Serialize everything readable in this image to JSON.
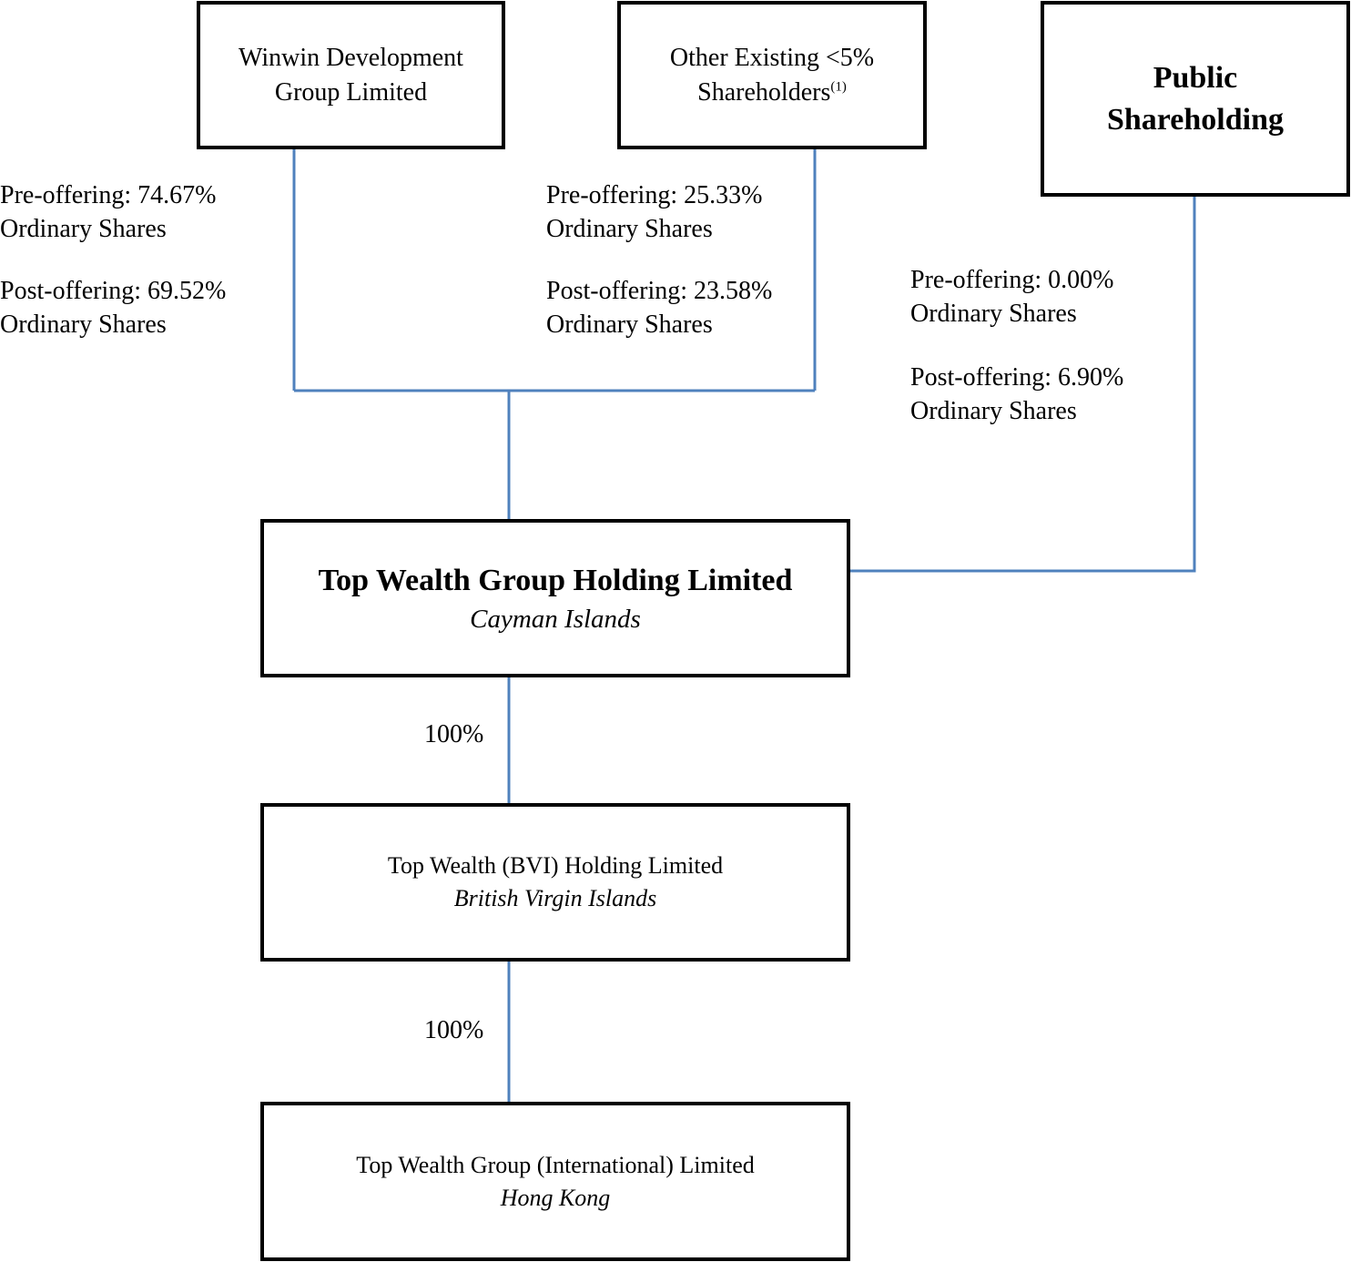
{
  "shareholders": {
    "winwin": {
      "name_line1": "Winwin Development",
      "name_line2": "Group Limited"
    },
    "other": {
      "name_line1": "Other Existing <5%",
      "name_line2": "Shareholders",
      "footnote": "(1)"
    },
    "public": {
      "name_line1": "Public",
      "name_line2": "Shareholding"
    }
  },
  "holdings": {
    "winwin": {
      "pre": "Pre-offering: 74.67%",
      "pre_unit": "Ordinary Shares",
      "post": "Post-offering: 69.52%",
      "post_unit": "Ordinary Shares"
    },
    "other": {
      "pre": "Pre-offering: 25.33%",
      "pre_unit": "Ordinary Shares",
      "post": "Post-offering: 23.58%",
      "post_unit": "Ordinary Shares"
    },
    "public": {
      "pre": "Pre-offering: 0.00%",
      "pre_unit": "Ordinary Shares",
      "post": "Post-offering: 6.90%",
      "post_unit": "Ordinary Shares"
    }
  },
  "entities": {
    "holding": {
      "name": "Top Wealth Group Holding Limited",
      "location": "Cayman Islands"
    },
    "bvi": {
      "name": "Top Wealth (BVI) Holding Limited",
      "location": "British Virgin Islands"
    },
    "hk": {
      "name": "Top Wealth Group (International) Limited",
      "location": "Hong Kong"
    }
  },
  "ownership": {
    "holding_to_bvi": "100%",
    "bvi_to_hk": "100%"
  },
  "colors": {
    "connector": "#4f81bd",
    "border": "#000000"
  }
}
